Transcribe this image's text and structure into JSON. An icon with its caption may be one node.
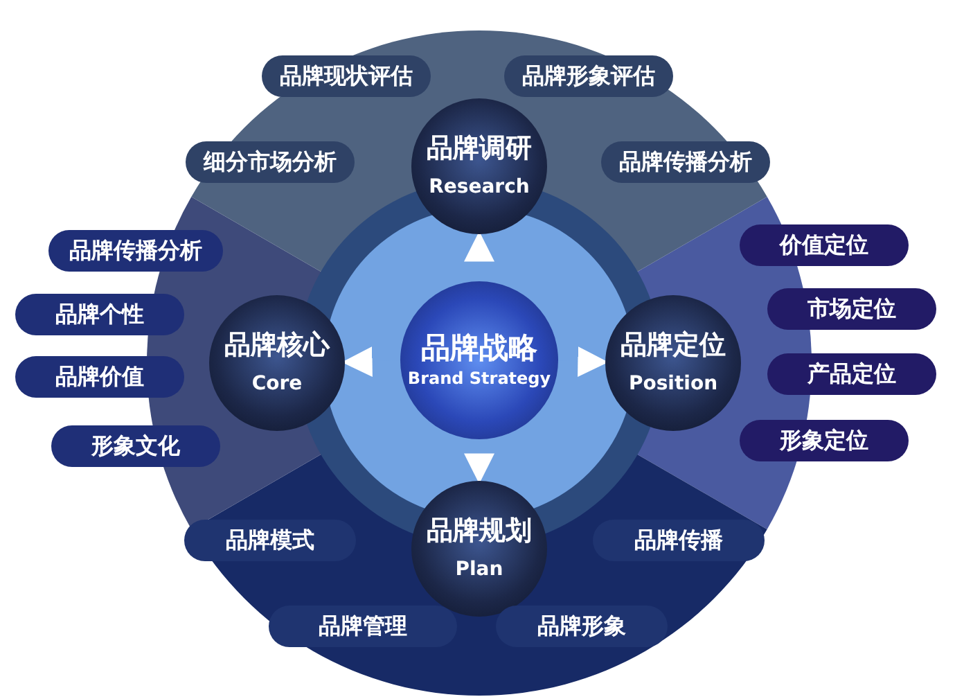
{
  "diagram": {
    "nodes": [
      {
        "text": [
          "品牌战略",
          "Brand Strategy"
        ]
      },
      {
        "text": [
          "品牌调研",
          "Research"
        ]
      },
      {
        "text": [
          "品牌核心",
          "Core"
        ]
      },
      {
        "text": [
          "品牌定位",
          "Position"
        ]
      },
      {
        "text": [
          "品牌规划",
          "Plan"
        ]
      },
      {
        "text": [
          "品牌现状评估"
        ]
      },
      {
        "text": [
          "品牌形象评估"
        ]
      },
      {
        "text": [
          "细分市场分析"
        ]
      },
      {
        "text": [
          "品牌传播分析"
        ]
      },
      {
        "text": [
          "品牌传播分析"
        ]
      },
      {
        "text": [
          "价值定位"
        ]
      },
      {
        "text": [
          "品牌个性"
        ]
      },
      {
        "text": [
          "市场定位"
        ]
      },
      {
        "text": [
          "品牌价值"
        ]
      },
      {
        "text": [
          "产品定位"
        ]
      },
      {
        "text": [
          "形象文化"
        ]
      },
      {
        "text": [
          "形象定位"
        ]
      },
      {
        "text": [
          "品牌模式"
        ]
      },
      {
        "text": [
          "品牌传播"
        ]
      },
      {
        "text": [
          "品牌管理"
        ]
      },
      {
        "text": [
          "品牌形象"
        ]
      }
    ],
    "edges": [
      {
        "from": 0,
        "to": 1,
        "arrow": "to"
      },
      {
        "from": 0,
        "to": 2,
        "arrow": "to"
      },
      {
        "from": 0,
        "to": 3,
        "arrow": "to"
      },
      {
        "from": 0,
        "to": 4,
        "arrow": "to"
      }
    ]
  }
}
